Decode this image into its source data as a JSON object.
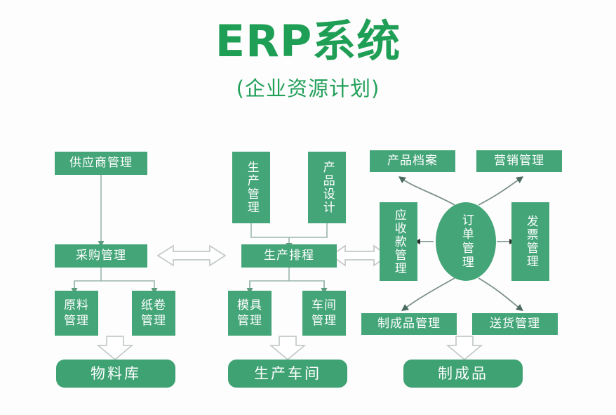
{
  "title": {
    "main": "ERP系统",
    "sub": "(企业资源计划)"
  },
  "colors": {
    "title_green": "#1f9e55",
    "box_green": "#44a578",
    "rounded_green": "#3fa273",
    "connector_gray": "#9bb7ab",
    "hollow_arrow_fill": "#ffffff",
    "hollow_arrow_stroke": "#c2c9c6",
    "text_white": "#ffffff",
    "background": "#ffffff"
  },
  "nodes": {
    "supplier_mgmt": "供应商管理",
    "purchase_mgmt": "采购管理",
    "raw_material_mgmt": "原料\n管理",
    "paper_roll_mgmt": "纸卷\n管理",
    "material_warehouse": "物料库",
    "production_mgmt": "生产管理",
    "product_design": "产品设计",
    "production_schedule": "生产排程",
    "mold_mgmt": "模具\n管理",
    "workshop_mgmt": "车间\n管理",
    "production_workshop": "生产车间",
    "product_archive": "产品档案",
    "marketing_mgmt": "营销管理",
    "receivables_mgmt": "应收款管理",
    "order_mgmt": "订单管理",
    "invoice_mgmt": "发票管理",
    "finished_goods_mgmt": "制成品管理",
    "delivery_mgmt": "送货管理",
    "finished_goods": "制成品"
  },
  "connectors": {
    "purchase_to_schedule": "double-arrow-horizontal",
    "schedule_to_receivables": "double-arrow-horizontal",
    "order_to_receivables": "arrow-left",
    "order_to_invoice": "arrow-right",
    "order_to_product_archive": "curved-arrow-up-left",
    "order_to_marketing": "curved-arrow-up-right",
    "order_to_finished_goods_mgmt": "curved-arrow-down-left",
    "order_to_delivery": "curved-arrow-down-right",
    "supplier_to_purchase": "arrow-down",
    "purchase_to_children": "fork-down",
    "production_to_schedule": "fork-down",
    "schedule_to_children": "fork-down",
    "materials_to_warehouse": "hollow-arrow-down",
    "molds_to_workshop": "hollow-arrow-down",
    "finished_to_goods": "hollow-arrow-down"
  }
}
